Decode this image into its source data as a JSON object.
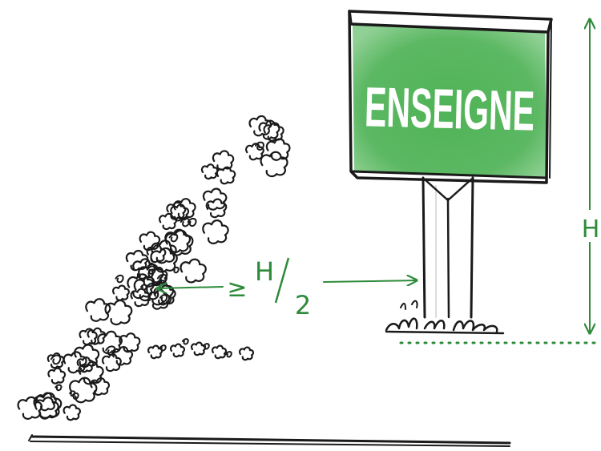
{
  "sign": {
    "text": "ENSEIGNE"
  },
  "dimension": {
    "height_label": "H",
    "distance_operator": "≥",
    "distance_numerator": "H",
    "distance_denominator": "2"
  },
  "colors": {
    "sign_green": "#49a84f",
    "dimension_green": "#2e8b3a",
    "ink": "#1a1a1a"
  }
}
